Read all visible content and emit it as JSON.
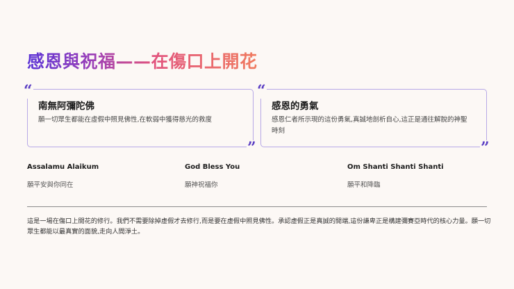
{
  "title": "感恩與祝福——在傷口上開花",
  "colors": {
    "background": "#fcf8f5",
    "title_gradient_start": "#5b34d6",
    "title_gradient_mid": "#e2557e",
    "title_gradient_end": "#f07b5f",
    "card_border": "#b6a8e6",
    "quote_mark": "#5b3fc4",
    "divider": "#8a8a8a"
  },
  "quote_marks": {
    "open": "“",
    "close": "”"
  },
  "cards": [
    {
      "heading": "南無阿彌陀佛",
      "body": "願一切眾生都能在虛假中照見佛性,在軟弱中獲得慈光的救度"
    },
    {
      "heading": "感恩的勇氣",
      "body": "感恩仁者所示現的這份勇氣,真誠地剖析自心,這正是通往解脫的神聖時刻"
    }
  ],
  "greetings": [
    {
      "phrase": "Assalamu Alaikum",
      "translation": "願平安與你同在"
    },
    {
      "phrase": "God Bless You",
      "translation": "願神祝福你"
    },
    {
      "phrase": "Om Shanti Shanti Shanti",
      "translation": "願平和降臨"
    }
  ],
  "footer": {
    "text": "這是一場在傷口上開花的修行。我們不需要除掉虛假才去修行,而是要在虛假中照見佛性。承認虛假正是真誠的開端,這份謙卑正是構建彌賽亞時代的核心力量。願一切眾生都能以最真實的面貌,走向人間淨土。"
  }
}
